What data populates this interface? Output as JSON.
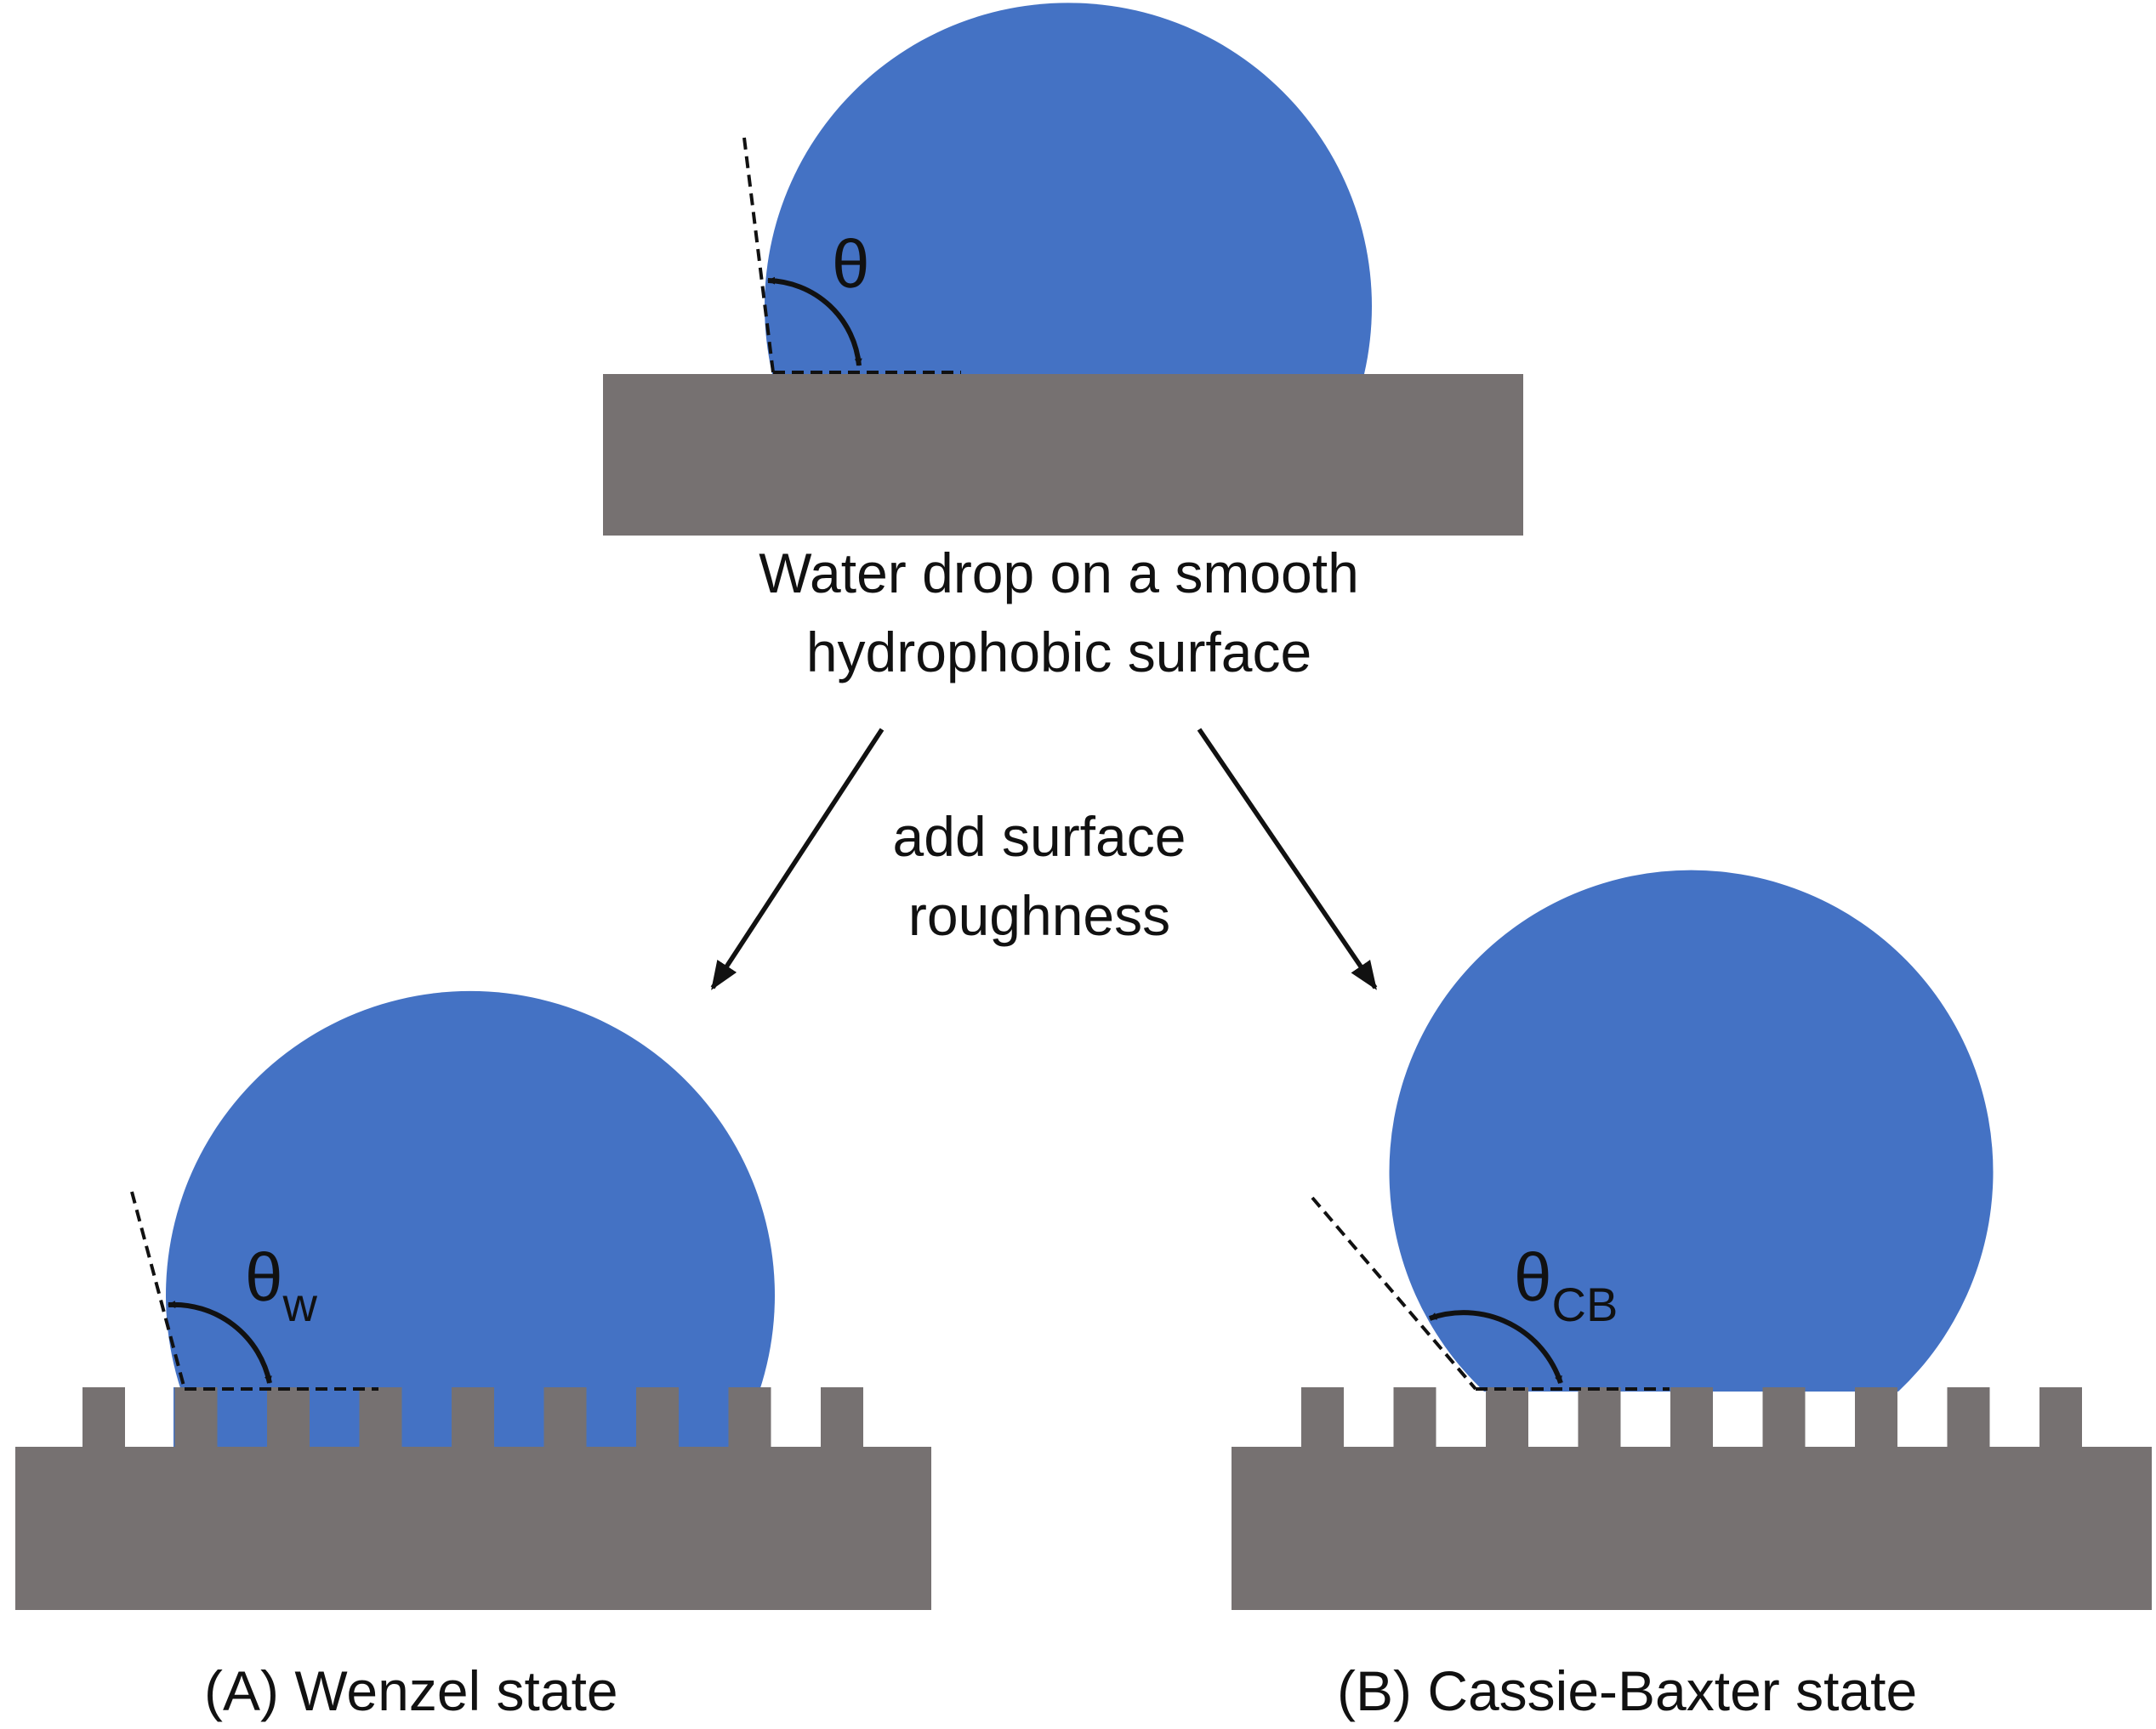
{
  "top_panel": {
    "angle_symbol": "θ",
    "caption_line1": "Water drop on a smooth",
    "caption_line2": "hydrophobic surface"
  },
  "transition": {
    "label_line1": "add surface",
    "label_line2": "roughness"
  },
  "panel_a": {
    "angle_symbol": "θ",
    "angle_subscript": "w",
    "caption": "(A) Wenzel state"
  },
  "panel_b": {
    "angle_symbol": "θ",
    "angle_subscript": "CB",
    "caption": "(B) Cassie-Baxter state"
  },
  "colors": {
    "water": "#4472C4",
    "substrate": "#767171",
    "ink": "#111111"
  }
}
